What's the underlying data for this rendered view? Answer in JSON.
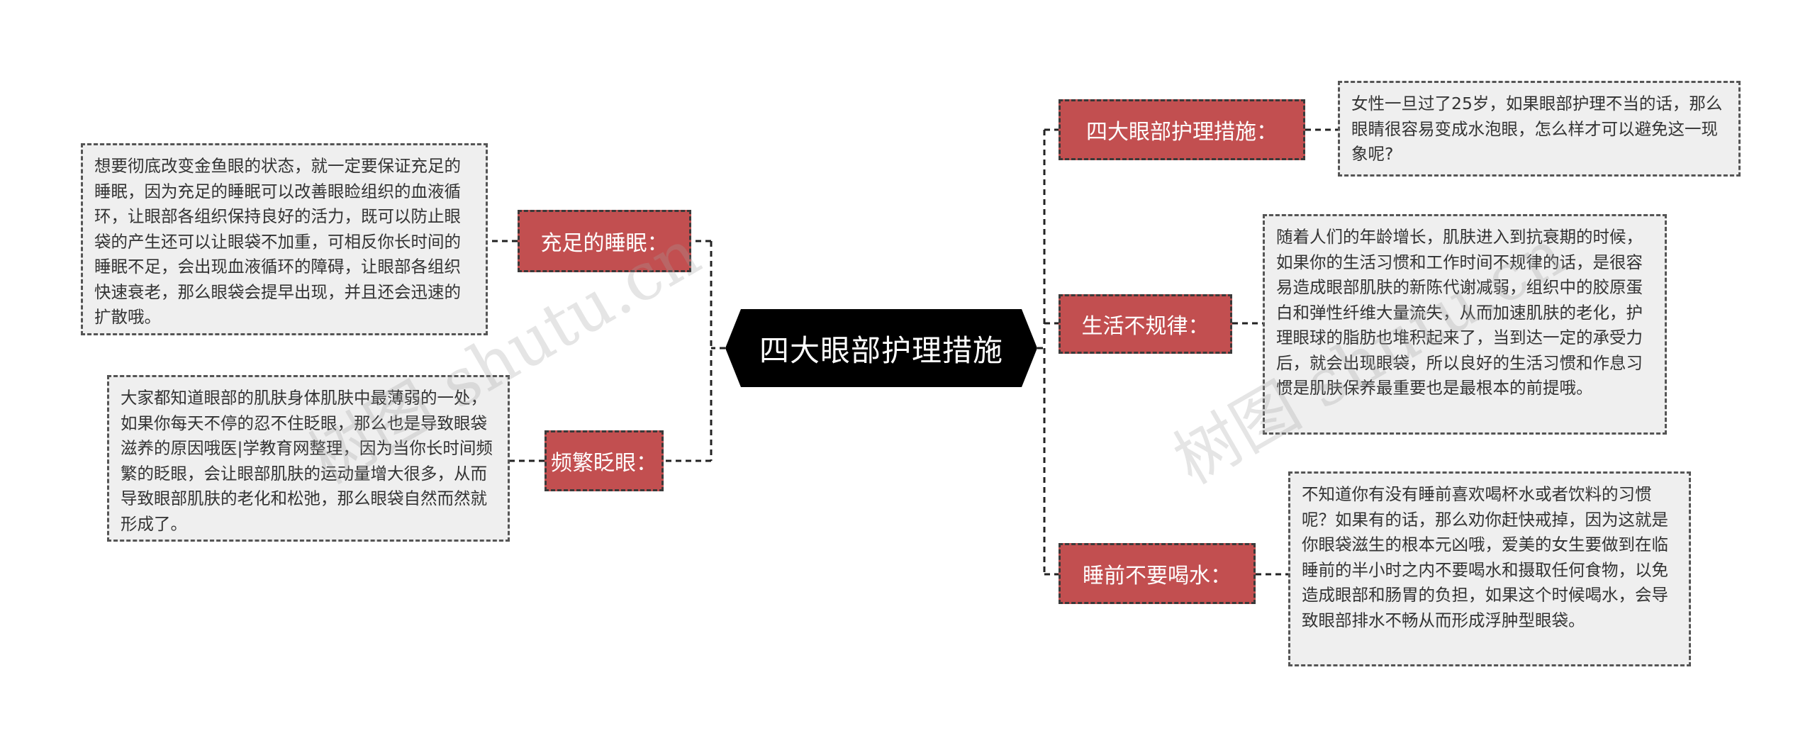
{
  "central": {
    "title": "四大眼部护理措施"
  },
  "branches": [
    {
      "label": "充足的睡眠：",
      "text": "想要彻底改变金鱼眼的状态，就一定要保证充足的睡眠，因为充足的睡眠可以改善眼睑组织的血液循环，让眼部各组织保持良好的活力，既可以防止眼袋的产生还可以让眼袋不加重，可相反你长时间的睡眠不足，会出现血液循环的障碍，让眼部各组织快速衰老，那么眼袋会提早出现，并且还会迅速的扩散哦。"
    },
    {
      "label": "频繁眨眼：",
      "text": "大家都知道眼部的肌肤身体肌肤中最薄弱的一处，如果你每天不停的忍不住眨眼，那么也是导致眼袋滋养的原因哦医|学教育网整理，因为当你长时间频繁的眨眼，会让眼部肌肤的运动量增大很多，从而导致眼部肌肤的老化和松弛，那么眼袋自然而然就形成了。"
    },
    {
      "label": "四大眼部护理措施：",
      "text": "女性一旦过了25岁，如果眼部护理不当的话，那么眼睛很容易变成水泡眼，怎么样才可以避免这一现象呢?"
    },
    {
      "label": "生活不规律：",
      "text": "随着人们的年龄增长，肌肤进入到抗衰期的时候，如果你的生活习惯和工作时间不规律的话，是很容易造成眼部肌肤的新陈代谢减弱，组织中的胶原蛋白和弹性纤维大量流失，从而加速肌肤的老化，护理眼球的脂肪也堆积起来了，当到达一定的承受力后，就会出现眼袋，所以良好的生活习惯和作息习惯是肌肤保养最重要也是最根本的前提哦。"
    },
    {
      "label": "睡前不要喝水：",
      "text": "不知道你有没有睡前喜欢喝杯水或者饮料的习惯呢？如果有的话，那么劝你赶快戒掉，因为这就是你眼袋滋生的根本元凶哦，爱美的女生要做到在临睡前的半小时之内不要喝水和摄取任何食物，以免造成眼部和肠胃的负担，如果这个时候喝水，会导致眼部排水不畅从而形成浮肿型眼袋。"
    }
  ],
  "watermarks": [
    "树图 shutu.cn",
    "树图 shutu.cn"
  ],
  "colors": {
    "topic": "#c24f50",
    "detail_bg": "#efefef",
    "central": "#000000"
  }
}
